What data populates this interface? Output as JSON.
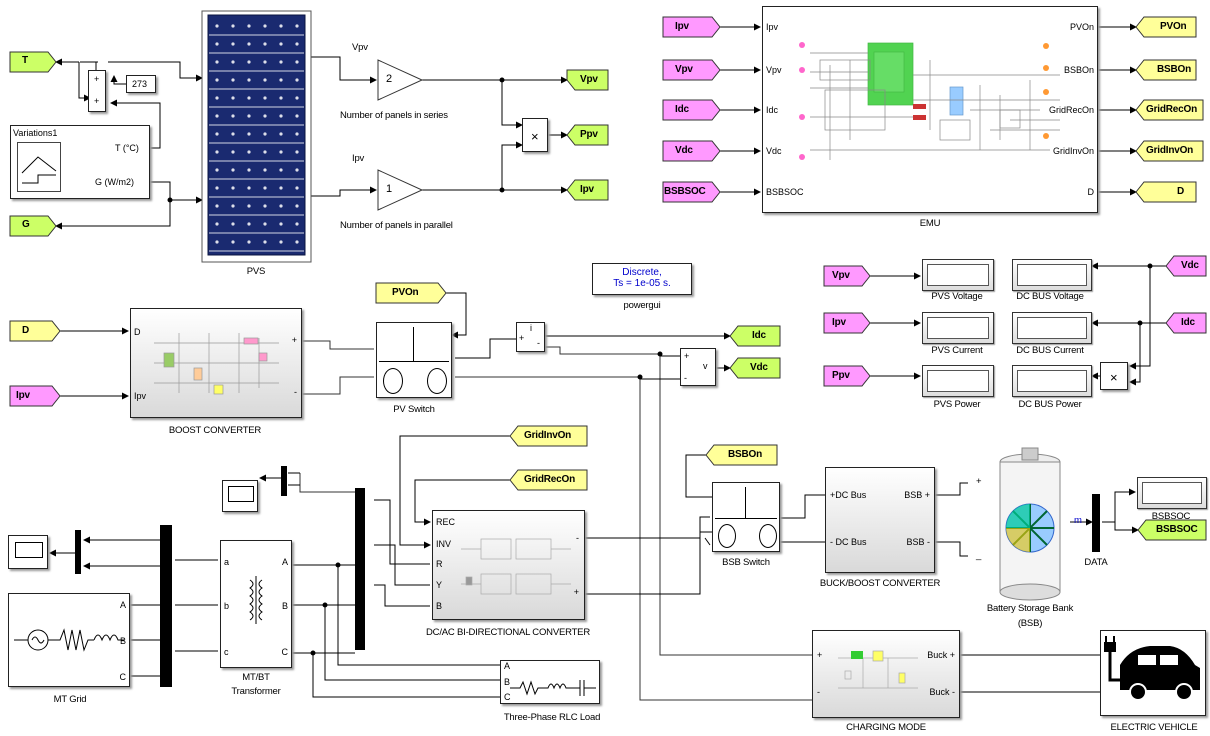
{
  "colors": {
    "goto_fill": "#ccff66",
    "from_fill": "#ff99ff",
    "tag_fill": "#ffff99",
    "emu_green": "#33cc33",
    "powergui_text": "#0000cc"
  },
  "tags": {
    "T": "T",
    "G": "G",
    "Vpv": "Vpv",
    "Ppv": "Ppv",
    "Ipv": "Ipv",
    "D": "D",
    "Idc": "Idc",
    "Vdc": "Vdc",
    "BSBSOC": "BSBSOC",
    "PVOn": "PVOn",
    "BSBOn": "BSBOn",
    "GridRecOn": "GridRecOn",
    "GridInvOn": "GridInvOn"
  },
  "pv_section": {
    "const_273": "273",
    "variations_title": "Variations1",
    "t_port": "T (°C)",
    "g_port": "G (W/m2)",
    "pvs_label": "PVS",
    "vpv_line": "Vpv",
    "ipv_line": "Ipv",
    "gain_series": "2",
    "gain_parallel": "1",
    "series_label": "Number of panels in series",
    "parallel_label": "Number of panels in parallel",
    "product": "×",
    "sum_plus": "+"
  },
  "emu": {
    "label": "EMU",
    "inputs": [
      "Ipv",
      "Vpv",
      "Idc",
      "Vdc",
      "BSBSOC"
    ],
    "outputs": [
      "PVOn",
      "BSBOn",
      "GridRecOn",
      "GridInvOn",
      "D"
    ]
  },
  "powergui": {
    "line1": "Discrete,",
    "line2": "Ts = 1e-05 s.",
    "label": "powergui"
  },
  "displays": {
    "pvs_voltage": "PVS Voltage",
    "dc_bus_voltage": "DC BUS Voltage",
    "pvs_current": "PVS Current",
    "dc_bus_current": "DC BUS Current",
    "pvs_power": "PVS Power",
    "dc_bus_power": "DC BUS Power",
    "bsbsoc": "BSBSOC"
  },
  "boost": {
    "label": "BOOST  CONVERTER",
    "port_d": "D",
    "port_ipv": "Ipv",
    "plus": "+",
    "minus": "-"
  },
  "pv_switch": {
    "label": "PV Switch"
  },
  "current_meas": {
    "plus": "+",
    "i": "i",
    "minus": "-"
  },
  "voltage_meas": {
    "plus": "+",
    "v": "v",
    "minus": "-"
  },
  "bsb_switch": {
    "label": "BSB Switch"
  },
  "buckboost": {
    "label": "BUCK/BOOST CONVERTER",
    "p1": "+DC Bus",
    "p2": "- DC Bus",
    "p3": "BSB +",
    "p4": "BSB -"
  },
  "battery": {
    "label1": "Battery Storage Bank",
    "label2": "(BSB)",
    "plus": "+",
    "minus": "_",
    "m": "m"
  },
  "data_label": "DATA",
  "dcac": {
    "label": "DC/AC BI-DIRECTIONAL CONVERTER",
    "ports": [
      "REC",
      "INV",
      "R",
      "Y",
      "B"
    ],
    "minus": "-",
    "plus": "+"
  },
  "transformer": {
    "label1": "MT/BT",
    "label2": "Transformer",
    "left": [
      "a",
      "b",
      "c"
    ],
    "right": [
      "A",
      "B",
      "C"
    ]
  },
  "grid": {
    "label": "MT Grid",
    "ports": [
      "A",
      "B",
      "C"
    ]
  },
  "rlc": {
    "label": "Three-Phase RLC Load",
    "ports": [
      "A",
      "B",
      "C"
    ]
  },
  "charging": {
    "label": "CHARGING MODE",
    "p1": "+",
    "p2": "-",
    "p3": "Buck +",
    "p4": "Buck -"
  },
  "ev": {
    "label": "ELECTRIC VEHICLE"
  }
}
